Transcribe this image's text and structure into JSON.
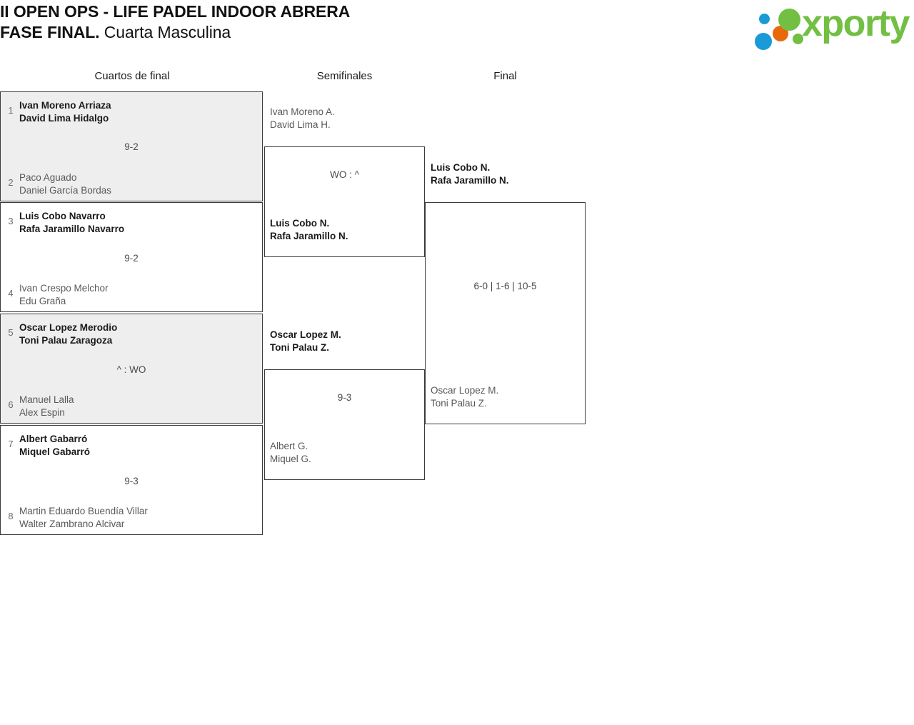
{
  "header": {
    "title_line1": "II OPEN OPS - LIFE PADEL INDOOR ABRERA",
    "title_line2_bold": "FASE FINAL.",
    "title_line2_regular": " Cuarta Masculina",
    "logo_text": "xporty",
    "logo_colors": {
      "blue": "#1a9ad7",
      "orange": "#e8690b",
      "green": "#72bf44"
    }
  },
  "rounds": {
    "quarterfinals_label": "Cuartos de final",
    "semifinals_label": "Semifinales",
    "final_label": "Final"
  },
  "quarterfinals": [
    {
      "seed_top": "1",
      "top_p1": "Ivan Moreno Arriaza",
      "top_p2": "David Lima Hidalgo",
      "seed_bottom": "2",
      "bottom_p1": "Paco Aguado",
      "bottom_p2": "Daniel García Bordas",
      "score": "9-2",
      "winner": "top"
    },
    {
      "seed_top": "3",
      "top_p1": "Luis Cobo Navarro",
      "top_p2": "Rafa Jaramillo Navarro",
      "seed_bottom": "4",
      "bottom_p1": "Ivan Crespo Melchor",
      "bottom_p2": "Edu Graña",
      "score": "9-2",
      "winner": "top"
    },
    {
      "seed_top": "5",
      "top_p1": "Oscar Lopez Merodio",
      "top_p2": "Toni Palau Zaragoza",
      "seed_bottom": "6",
      "bottom_p1": "Manuel Lalla",
      "bottom_p2": "Alex Espin",
      "score": "^ : WO",
      "winner": "top"
    },
    {
      "seed_top": "7",
      "top_p1": "Albert Gabarró",
      "top_p2": "Miquel Gabarró",
      "seed_bottom": "8",
      "bottom_p1": "Martin Eduardo Buendía Villar",
      "bottom_p2": "Walter Zambrano Alcivar",
      "score": "9-3",
      "winner": "top"
    }
  ],
  "semifinals": [
    {
      "top_p1": "Ivan Moreno A.",
      "top_p2": "David Lima H.",
      "bottom_p1": "Luis Cobo N.",
      "bottom_p2": "Rafa Jaramillo N.",
      "score": "WO : ^",
      "winner": "bottom"
    },
    {
      "top_p1": "Oscar Lopez M.",
      "top_p2": "Toni Palau Z.",
      "bottom_p1": "Albert G.",
      "bottom_p2": "Miquel G.",
      "score": "9-3",
      "winner": "top"
    }
  ],
  "final": {
    "top_p1": "Luis Cobo N.",
    "top_p2": "Rafa Jaramillo N.",
    "bottom_p1": "Oscar Lopez M.",
    "bottom_p2": "Toni Palau Z.",
    "score": "6-0 | 1-6 | 10-5",
    "winner": "top"
  }
}
